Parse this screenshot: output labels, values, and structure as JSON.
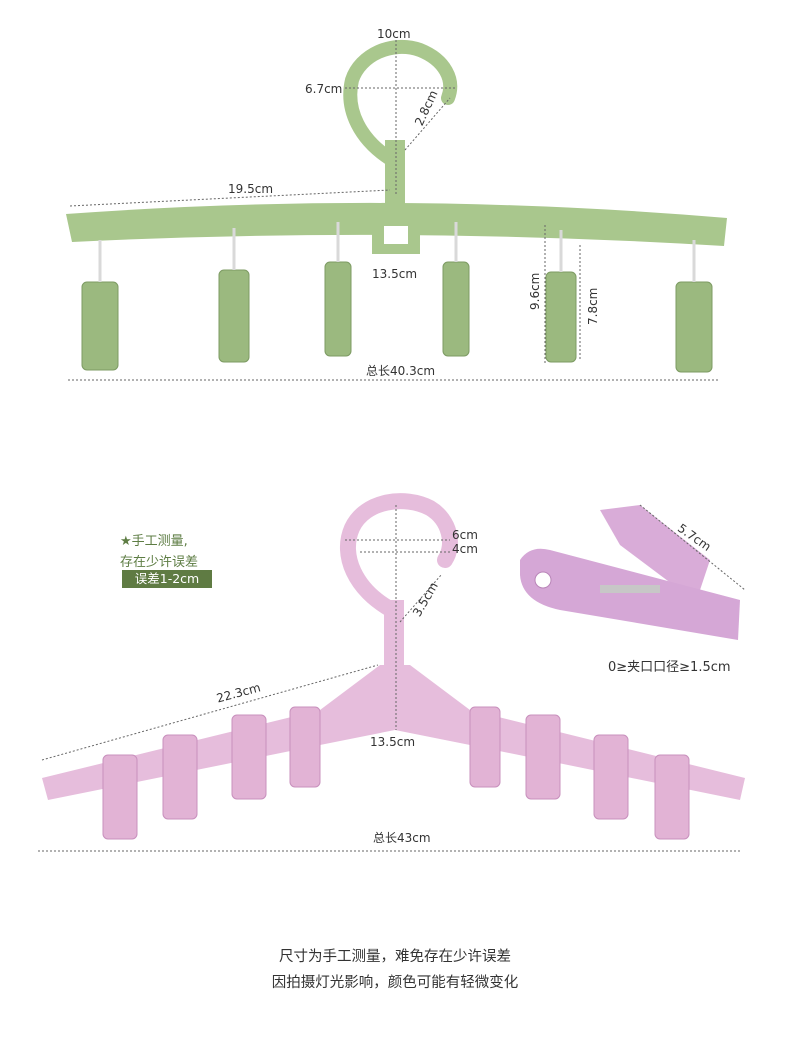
{
  "green_hanger": {
    "hook_width": "10cm",
    "hook_inner": "6.7cm",
    "neck": "2.8cm",
    "half_bar": "19.5cm",
    "center_gap": "13.5cm",
    "clip_outer": "9.6cm",
    "clip_inner": "7.8cm",
    "total": "总长40.3cm",
    "color": "#a9c78d"
  },
  "pink_hanger": {
    "hook_outer": "6cm",
    "hook_inner": "4cm",
    "neck": "3.5cm",
    "arm": "22.3cm",
    "center": "13.5cm",
    "total": "总长43cm",
    "color": "#e6bddc"
  },
  "clip_detail": {
    "length": "5.7cm",
    "opening": "0≥夹口口径≥1.5cm",
    "color": "#d5a7d6"
  },
  "notice": {
    "line1": "★手工测量,",
    "line2": "存在少许误差",
    "badge": "误差1-2cm"
  },
  "footer": {
    "line1": "尺寸为手工测量，难免存在少许误差",
    "line2": "因拍摄灯光影响，颜色可能有轻微变化"
  }
}
